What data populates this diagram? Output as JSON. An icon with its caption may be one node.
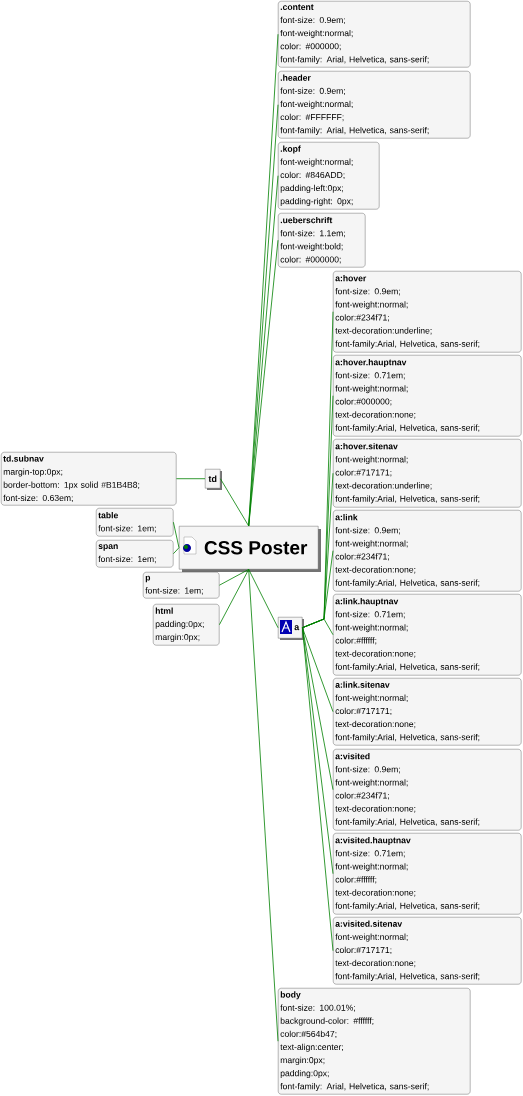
{
  "diagram": {
    "nodes": [
      {
        "text": [
          "CSS Poster"
        ]
      },
      {
        "text": [
          ".content",
          "font-size: 0.9em;",
          "font-weight:normal;",
          "color: #000000;",
          "font-family: Arial, Helvetica, sans-serif;"
        ]
      },
      {
        "text": [
          ".header",
          "font-size: 0.9em;",
          "font-weight:normal;",
          "color: #FFFFFF;",
          "font-family: Arial, Helvetica, sans-serif;"
        ]
      },
      {
        "text": [
          ".kopf",
          "font-weight:normal;",
          "color: #846ADD;",
          "padding-left:0px;",
          "padding-right: 0px;"
        ]
      },
      {
        "text": [
          ".ueberschrift",
          "font-size: 1.1em;",
          "font-weight:bold;",
          "color: #000000;"
        ]
      },
      {
        "text": [
          "td.subnav",
          "margin-top:0px;",
          "border-bottom: 1px solid #B1B4B8;",
          "font-size: 0.63em;"
        ]
      },
      {
        "text": [
          "td"
        ]
      },
      {
        "text": [
          "table",
          "font-size: 1em;"
        ]
      },
      {
        "text": [
          "span",
          "font-size: 1em;"
        ]
      },
      {
        "text": [
          "p",
          "font-size: 1em;"
        ]
      },
      {
        "text": [
          "html",
          "padding:0px;",
          "margin:0px;"
        ]
      },
      {
        "text": [
          "a"
        ]
      },
      {
        "text": [
          "a:hover",
          "font-size: 0.9em;",
          "font-weight:normal;",
          "color:#234f71;",
          "text-decoration:underline;",
          "font-family:Arial, Helvetica, sans-serif;"
        ]
      },
      {
        "text": [
          "a:hover.hauptnav",
          "font-size: 0.71em;",
          "font-weight:normal;",
          "color:#000000;",
          "text-decoration:none;",
          "font-family:Arial, Helvetica, sans-serif;"
        ]
      },
      {
        "text": [
          "a:hover.sitenav",
          "font-weight:normal;",
          "color:#717171;",
          "text-decoration:underline;",
          "font-family:Arial, Helvetica, sans-serif;"
        ]
      },
      {
        "text": [
          "a:link",
          "font-size: 0.9em;",
          "font-weight:normal;",
          "color:#234f71;",
          "text-decoration:none;",
          "font-family:Arial, Helvetica, sans-serif;"
        ]
      },
      {
        "text": [
          "a:link.hauptnav",
          "font-size: 0.71em;",
          "font-weight:normal;",
          "color:#ffffff;",
          "text-decoration:none;",
          "font-family:Arial, Helvetica, sans-serif;"
        ]
      },
      {
        "text": [
          "a:link.sitenav",
          "font-weight:normal;",
          "color:#717171;",
          "text-decoration:none;",
          "font-family:Arial, Helvetica, sans-serif;"
        ]
      },
      {
        "text": [
          "a:visited",
          "font-size: 0.9em;",
          "font-weight:normal;",
          "color:#234f71;",
          "text-decoration:none;",
          "font-family:Arial, Helvetica, sans-serif;"
        ]
      },
      {
        "text": [
          "a:visited.hauptnav",
          "font-size: 0.71em;",
          "font-weight:normal;",
          "color:#ffffff;",
          "text-decoration:none;",
          "font-family:Arial, Helvetica, sans-serif;"
        ]
      },
      {
        "text": [
          "a:visited.sitenav",
          "font-weight:normal;",
          "color:#717171;",
          "text-decoration:none;",
          "font-family:Arial, Helvetica, sans-serif;"
        ]
      },
      {
        "text": [
          "body",
          "font-size: 100.01%;",
          "background-color: #ffffff;",
          "color:#564b47;",
          "text-align:center;",
          "margin:0px;",
          "padding:0px;",
          "font-family: Arial, Helvetica, sans-serif;"
        ]
      }
    ],
    "edges": [
      {
        "from": 0,
        "to": 1,
        "arrow": "none"
      },
      {
        "from": 0,
        "to": 2,
        "arrow": "none"
      },
      {
        "from": 0,
        "to": 3,
        "arrow": "none"
      },
      {
        "from": 0,
        "to": 4,
        "arrow": "none"
      },
      {
        "from": 0,
        "to": 6,
        "arrow": "none"
      },
      {
        "from": 6,
        "to": 5,
        "arrow": "none"
      },
      {
        "from": 0,
        "to": 7,
        "arrow": "none"
      },
      {
        "from": 0,
        "to": 8,
        "arrow": "none"
      },
      {
        "from": 0,
        "to": 9,
        "arrow": "none"
      },
      {
        "from": 0,
        "to": 10,
        "arrow": "none"
      },
      {
        "from": 0,
        "to": 11,
        "arrow": "none"
      },
      {
        "from": 11,
        "to": 12,
        "arrow": "none"
      },
      {
        "from": 11,
        "to": 13,
        "arrow": "none"
      },
      {
        "from": 11,
        "to": 14,
        "arrow": "none"
      },
      {
        "from": 11,
        "to": 15,
        "arrow": "none"
      },
      {
        "from": 11,
        "to": 16,
        "arrow": "none"
      },
      {
        "from": 11,
        "to": 17,
        "arrow": "none"
      },
      {
        "from": 11,
        "to": 18,
        "arrow": "none"
      },
      {
        "from": 11,
        "to": 19,
        "arrow": "none"
      },
      {
        "from": 11,
        "to": 20,
        "arrow": "none"
      },
      {
        "from": 0,
        "to": 21,
        "arrow": "none"
      }
    ]
  }
}
